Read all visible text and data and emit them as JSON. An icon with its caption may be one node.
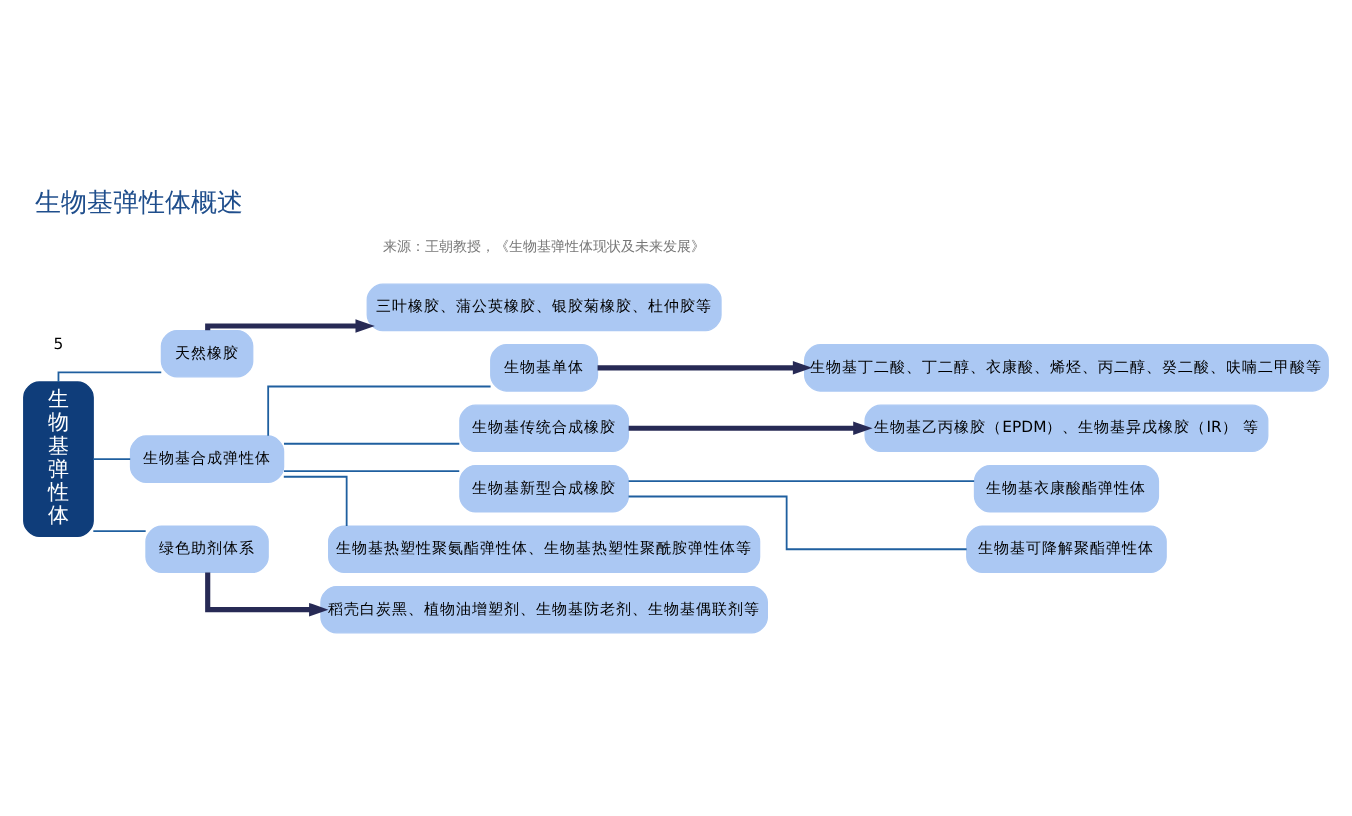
{
  "diagram": {
    "title": "生物基弹性体概述",
    "caption": "来源：王朝教授，《生物基弹性体现状及未来发展》",
    "nodes": [
      {
        "text": [
          "生物基弹性体"
        ]
      },
      {
        "text": [
          "天然橡胶"
        ]
      },
      {
        "text": [
          "三叶橡胶、蒲公英橡胶、银胶菊橡胶、杜仲胶等"
        ]
      },
      {
        "text": [
          "生物基合成弹性体"
        ]
      },
      {
        "text": [
          "生物基单体"
        ]
      },
      {
        "text": [
          "生物基丁二酸、丁二醇、衣康酸、烯烃、丙二醇、癸二酸、呋喃二甲酸等"
        ]
      },
      {
        "text": [
          "生物基传统合成橡胶"
        ]
      },
      {
        "text": [
          "生物基乙丙橡胶（EPDM）、生物基异戊橡胶（IR） 等"
        ]
      },
      {
        "text": [
          "生物基新型合成橡胶"
        ]
      },
      {
        "text": [
          "生物基衣康酸酯弹性体"
        ]
      },
      {
        "text": [
          "生物基可降解聚酯弹性体"
        ]
      },
      {
        "text": [
          "生物基热塑性聚氨酯弹性体、生物基热塑性聚酰胺弹性体等"
        ]
      },
      {
        "text": [
          "绿色助剂体系"
        ]
      },
      {
        "text": [
          "稻壳白炭黑、植物油增塑剂、生物基防老剂、生物基偶联剂等"
        ]
      }
    ],
    "edges": [
      {
        "from": 0,
        "to": 1,
        "arrow": "none"
      },
      {
        "from": 0,
        "to": 3,
        "arrow": "none"
      },
      {
        "from": 0,
        "to": 12,
        "arrow": "none"
      },
      {
        "from": 1,
        "to": 2,
        "arrow": "to",
        "style": "thick",
        "color": "#272a55"
      },
      {
        "from": 3,
        "to": 4,
        "arrow": "none"
      },
      {
        "from": 3,
        "to": 6,
        "arrow": "none"
      },
      {
        "from": 3,
        "to": 8,
        "arrow": "none"
      },
      {
        "from": 3,
        "to": 11,
        "arrow": "none"
      },
      {
        "from": 4,
        "to": 5,
        "arrow": "to",
        "style": "thick",
        "color": "#272a55"
      },
      {
        "from": 6,
        "to": 7,
        "arrow": "to",
        "style": "thick",
        "color": "#272a55"
      },
      {
        "from": 8,
        "to": 9,
        "arrow": "none"
      },
      {
        "from": 8,
        "to": 10,
        "arrow": "none"
      },
      {
        "from": 12,
        "to": 13,
        "arrow": "to",
        "style": "thick",
        "color": "#272a55"
      }
    ],
    "labels": [
      "5"
    ]
  }
}
